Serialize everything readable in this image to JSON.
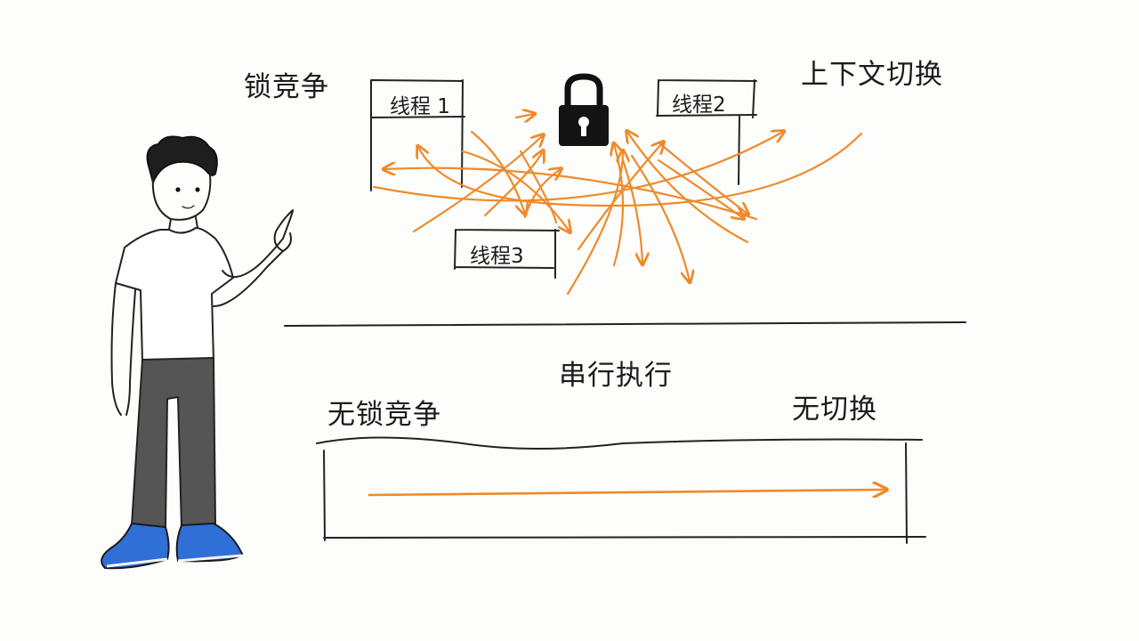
{
  "top": {
    "lock_contention": "锁竞争",
    "context_switch": "上下文切换",
    "threads": [
      {
        "label": "线程 1"
      },
      {
        "label": "线程2"
      },
      {
        "label": "线程3"
      }
    ]
  },
  "bottom": {
    "title": "串行执行",
    "no_lock_contention": "无锁竞争",
    "no_switch": "无切换"
  },
  "colors": {
    "arrow": "#ee8a2a",
    "ink": "#222222",
    "shoe": "#2f6fd6",
    "pants": "#555555"
  },
  "icons": [
    "padlock-icon",
    "person-illustration"
  ]
}
